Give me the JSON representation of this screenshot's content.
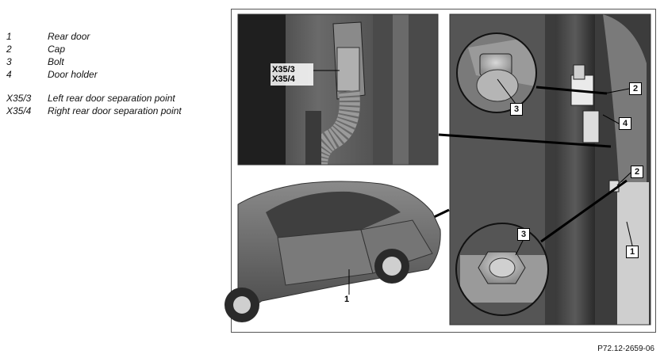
{
  "legend": [
    {
      "code": "1",
      "desc": "Rear door"
    },
    {
      "code": "2",
      "desc": "Cap"
    },
    {
      "code": "3",
      "desc": "Bolt"
    },
    {
      "code": "4",
      "desc": "Door holder"
    },
    {
      "code": "X35/3",
      "desc": "Left rear door separation point"
    },
    {
      "code": "X35/4",
      "desc": "Right rear door separation point"
    }
  ],
  "callouts": {
    "plug_label_1": "X35/3",
    "plug_label_2": "X35/4",
    "car_door": "1",
    "cap_upper": "2",
    "door_holder": "4",
    "cap_lower": "2",
    "rear_door": "1",
    "bolt_upper": "3",
    "bolt_lower": "3"
  },
  "figure_reference": "P72.12-2659-06"
}
